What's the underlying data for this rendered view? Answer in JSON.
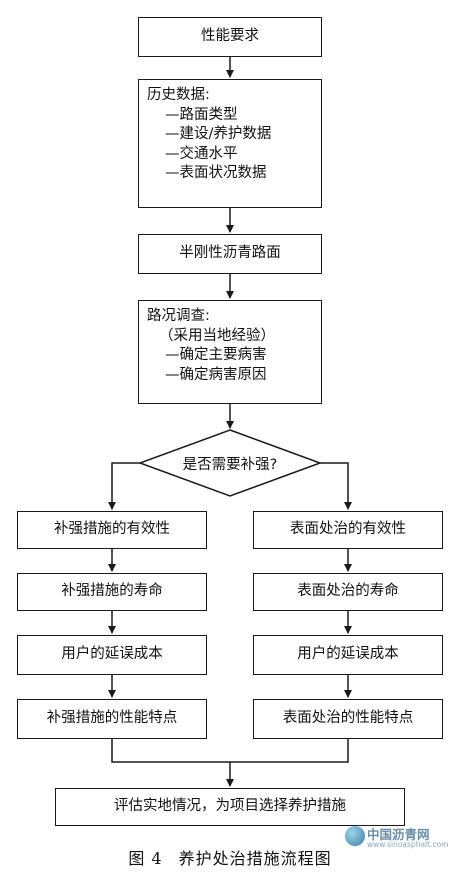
{
  "flowchart": {
    "performance_req": "性能要求",
    "history": {
      "title": "历史数据:",
      "items": [
        "—路面类型",
        "—建设/养护数据",
        "—交通水平",
        "—表面状况数据"
      ]
    },
    "semi_rigid": "半刚性沥青路面",
    "survey": {
      "title": "路况调查:",
      "note": "（采用当地经验）",
      "items": [
        "—确定主要病害",
        "—确定病害原因"
      ]
    },
    "decision": "是否需要补强?",
    "left_branch": [
      "补强措施的有效性",
      "补强措施的寿命",
      "用户的延误成本",
      "补强措施的性能特点"
    ],
    "right_branch": [
      "表面处治的有效性",
      "表面处治的寿命",
      "用户的延误成本",
      "表面处治的性能特点"
    ],
    "final": "评估实地情况，为项目选择养护措施"
  },
  "caption": {
    "figure_no": "图 4",
    "title": "养护处治措施流程图"
  },
  "watermark": {
    "name": "中国沥青网",
    "url": "www.sinoasphalt.com"
  }
}
